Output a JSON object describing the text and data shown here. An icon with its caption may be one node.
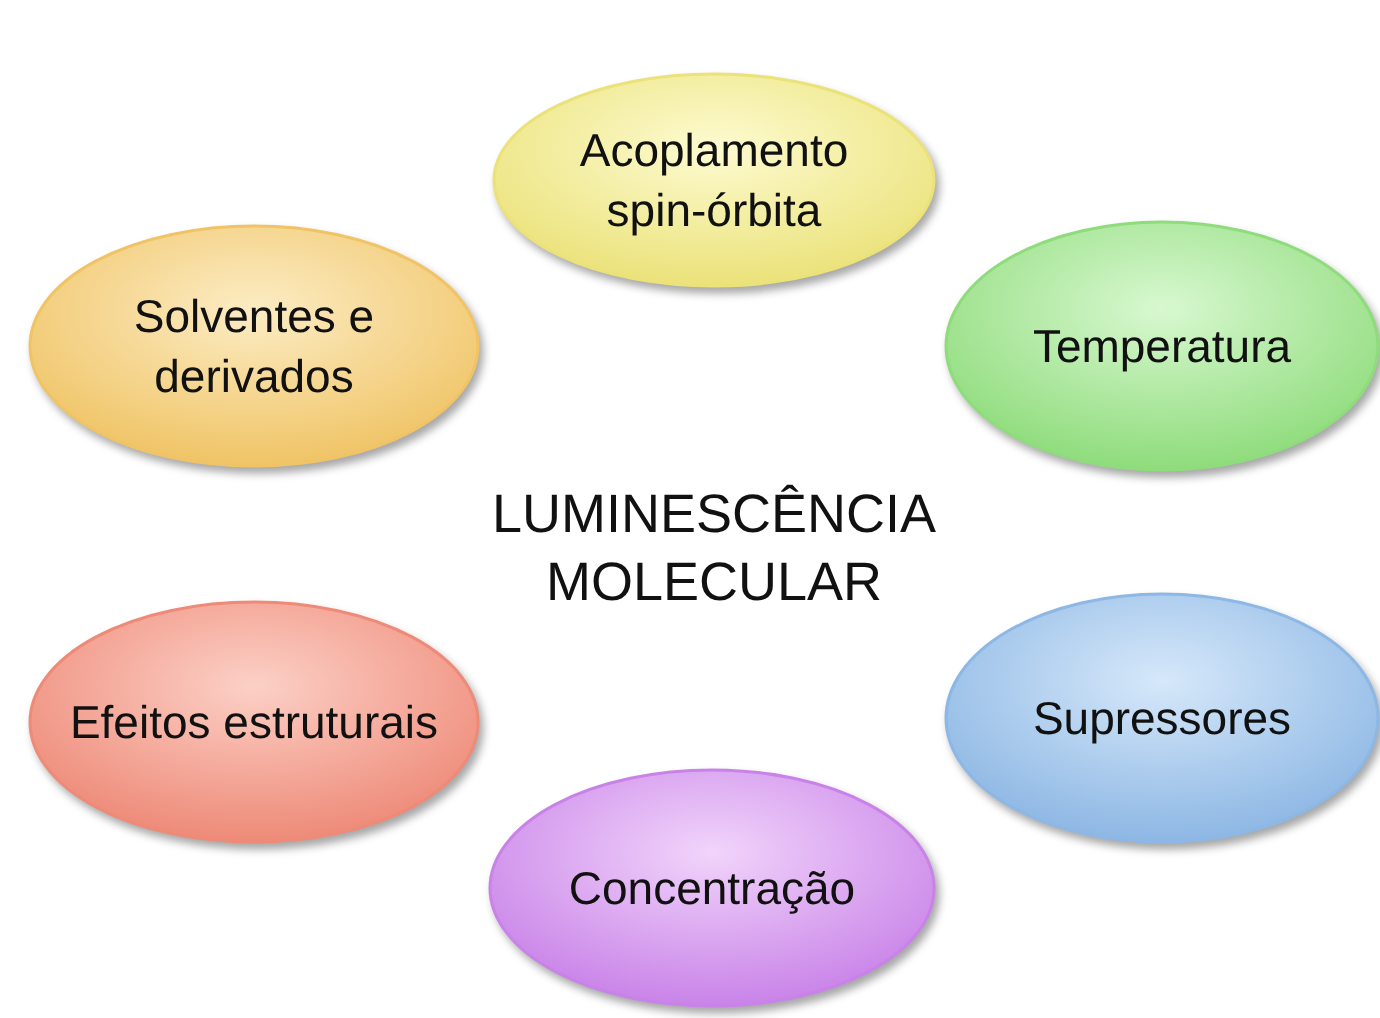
{
  "diagram": {
    "nodes": [
      {
        "text": [
          "Acoplamento spin-órbita"
        ]
      },
      {
        "text": [
          "Temperatura"
        ]
      },
      {
        "text": [
          "Supressores"
        ]
      },
      {
        "text": [
          "Concentração"
        ]
      },
      {
        "text": [
          "Efeitos estruturais"
        ]
      },
      {
        "text": [
          "Solventes e derivados"
        ]
      }
    ],
    "labels": [
      "LUMINESCÊNCIA MOLECULAR"
    ]
  }
}
